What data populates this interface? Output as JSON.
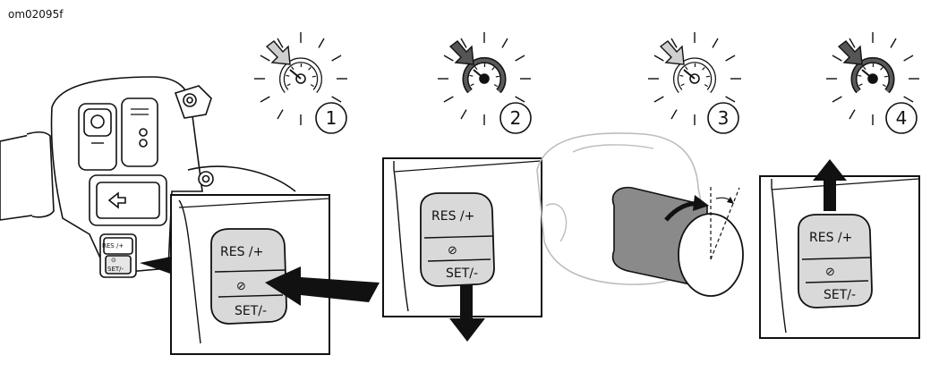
{
  "figure": {
    "ref_code": "om02095f",
    "steps": [
      {
        "number": "1",
        "icon": "cruise-indicator-flashing-icon"
      },
      {
        "number": "2",
        "icon": "cruise-indicator-flashing-icon"
      },
      {
        "number": "3",
        "icon": "cruise-indicator-flashing-icon"
      },
      {
        "number": "4",
        "icon": "cruise-indicator-flashing-icon"
      }
    ],
    "switch": {
      "res_label": "RES /+",
      "set_label": "SET/-",
      "small_res_label": "RES /+",
      "small_set_label": "SET/-"
    },
    "colors": {
      "line": "#111111",
      "panel_fill": "#ffffff",
      "switch_fill": "#d9d9d9",
      "grip_fill": "#8a8a8a",
      "arrow_fill": "#111111",
      "light_arrow_fill": "#cfcfcf",
      "ghost_line": "#bdbdbd"
    }
  }
}
